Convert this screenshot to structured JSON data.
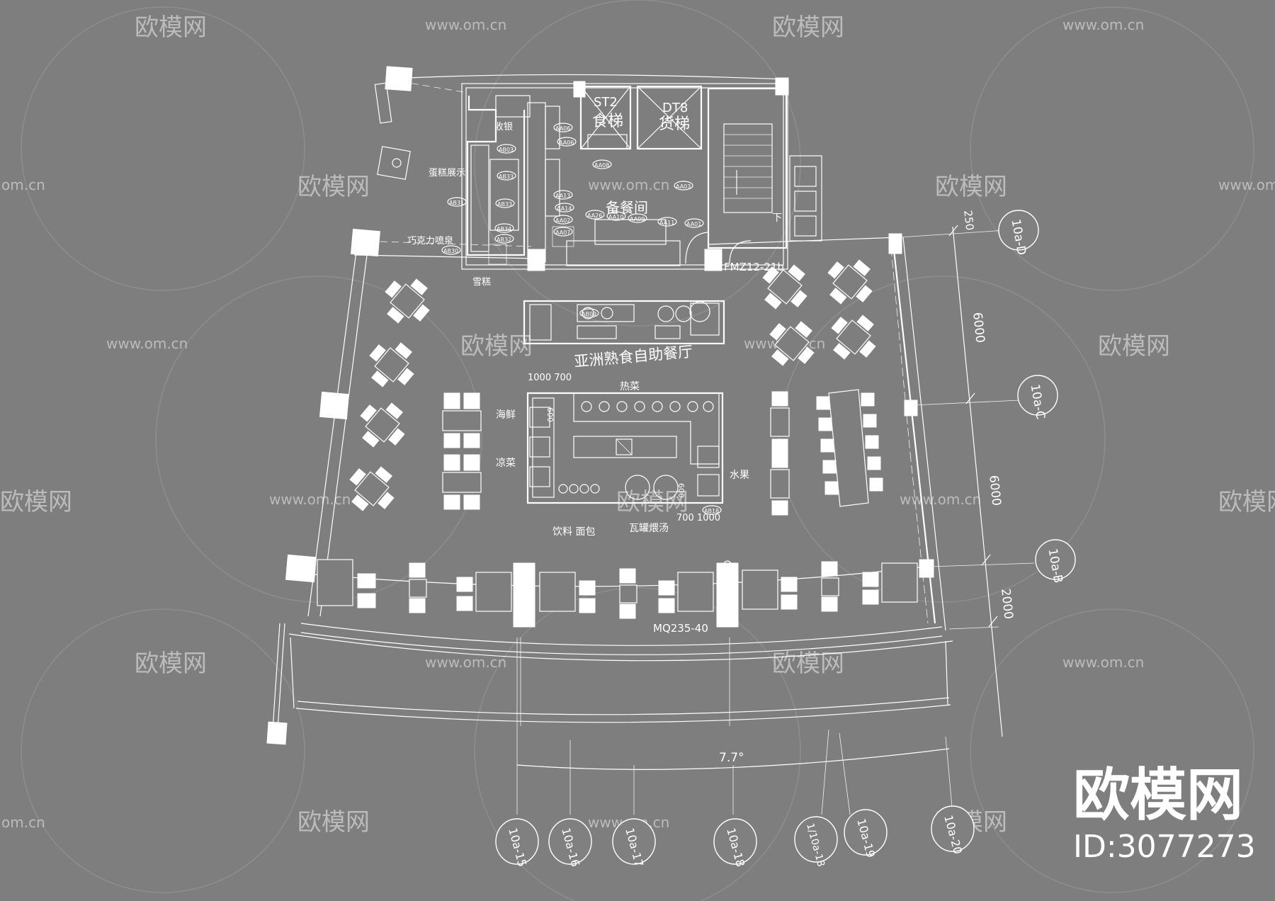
{
  "colors": {
    "background": "#7e7e7e",
    "lines": "#ffffff",
    "watermark": "#dcdcdc"
  },
  "watermark": {
    "logo_text": "欧模网",
    "url_text": "www.om.cn",
    "url_short": "om.cn"
  },
  "brand": {
    "logo": "欧模网",
    "id": "ID:3077273"
  },
  "rooms": {
    "dining_hall": "亚洲熟食自助餐厅",
    "prep_room": "备餐间",
    "lift_food": "食梯",
    "lift_food_code": "ST2",
    "lift_cargo": "货梯",
    "lift_cargo_code": "DT8",
    "stair_down": "下"
  },
  "stations": {
    "cashier": "收银",
    "cake_display": "蛋糕展示",
    "chocolate_fountain": "巧克力喷泉",
    "ice_cream": "雪糕",
    "hot_dishes": "热菜",
    "seafood": "海鲜",
    "cold_dishes": "凉菜",
    "fruit": "水果",
    "drinks_bread": "饮料 面包",
    "clay_pot_soup": "瓦罐煨汤"
  },
  "equipment_tags": {
    "left": [
      "AB03",
      "AB33",
      "AB33",
      "AB31",
      "AB34",
      "AB32",
      "AB30"
    ],
    "prep": [
      "AA06",
      "AA06",
      "AA08",
      "AA13",
      "AA14",
      "AA02",
      "AA07",
      "AA26",
      "AA10",
      "AA09",
      "AA11",
      "AA01",
      "AA03"
    ],
    "island": [
      "AB09"
    ],
    "buffet": [
      "AB18"
    ]
  },
  "labels": {
    "fire_door": "FMZ12-21b",
    "curtain_wall": "MQ235-40",
    "angle": "7.7°"
  },
  "dimensions": {
    "d250": "250",
    "d6000a": "6000",
    "d6000b": "6000",
    "d2000": "2000",
    "d1000_700": "1000 700",
    "d700_1000": "700 1000",
    "d600a": "600",
    "d600b": "600"
  },
  "grid_axes": {
    "right": [
      "10a-D",
      "10a-C",
      "10a-B"
    ],
    "bottom": [
      "10a-15",
      "10a-16",
      "10a-17",
      "10a-18",
      "1/10a-18",
      "10a-19",
      "10a-20"
    ]
  }
}
